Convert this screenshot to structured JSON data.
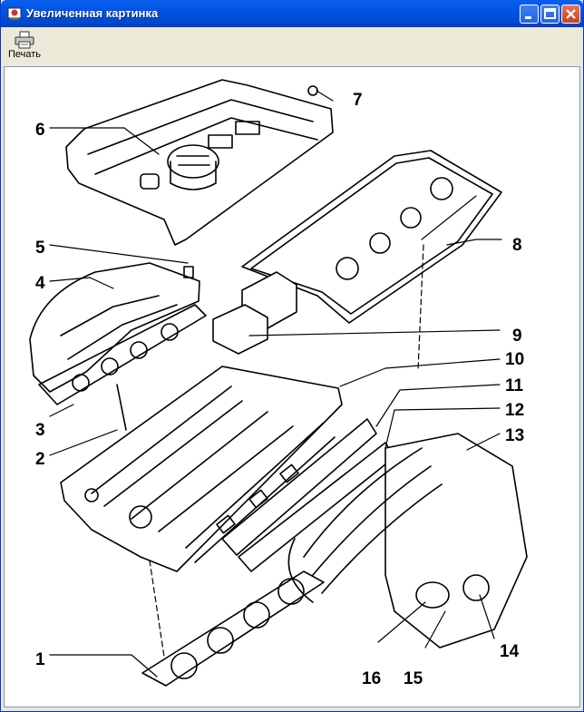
{
  "window": {
    "title": "Увеличенная картинка"
  },
  "toolbar": {
    "print_label": "Печать"
  },
  "diagram": {
    "callouts": [
      "1",
      "2",
      "3",
      "4",
      "5",
      "6",
      "7",
      "8",
      "9",
      "10",
      "11",
      "12",
      "13",
      "14",
      "15",
      "16"
    ]
  }
}
